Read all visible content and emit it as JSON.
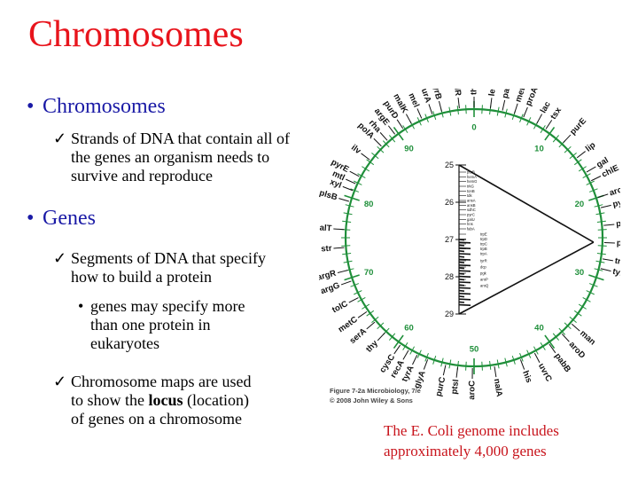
{
  "slide": {
    "title": "Chromosomes",
    "bullets": [
      {
        "label": "Chromosomes"
      },
      {
        "label": "Genes"
      }
    ],
    "checks": [
      {
        "lines": [
          "Strands of DNA that contain all of",
          "the genes an organism needs to",
          "survive and reproduce"
        ]
      },
      {
        "lines": [
          "Segments of DNA that specify",
          "how to build a protein"
        ]
      },
      {
        "line1": "Chromosome maps are used",
        "line2_before": "to show the ",
        "line2_bold": "locus",
        "line2_after": " (location)",
        "line3": "of genes on a chromosome"
      }
    ],
    "sub_bullet": {
      "lines": [
        "genes may specify more",
        "than one protein in",
        "eukaryotes"
      ]
    },
    "caption": [
      "The E. Coli genome includes",
      "approximately 4,000 genes"
    ]
  },
  "figure": {
    "credit_line1": "Figure 7-2a  Microbiology, 7/e",
    "credit_line2": "© 2008 John Wiley & Sons",
    "ring_labels": [
      {
        "text": "0",
        "minute": 0
      },
      {
        "text": "10",
        "minute": 10
      },
      {
        "text": "20",
        "minute": 20
      },
      {
        "text": "30",
        "minute": 30
      },
      {
        "text": "40",
        "minute": 40
      },
      {
        "text": "50",
        "minute": 50
      },
      {
        "text": "60",
        "minute": 60
      },
      {
        "text": "70",
        "minute": 70
      },
      {
        "text": "80",
        "minute": 80
      },
      {
        "text": "90",
        "minute": 90
      }
    ],
    "genes": [
      {
        "name": "thr",
        "minute": 0
      },
      {
        "name": "leu",
        "minute": 2
      },
      {
        "name": "pan",
        "minute": 3.5
      },
      {
        "name": "metD",
        "minute": 5
      },
      {
        "name": "proA",
        "minute": 6.2
      },
      {
        "name": "lac",
        "minute": 8
      },
      {
        "name": "tsx",
        "minute": 9.3
      },
      {
        "name": "purE",
        "minute": 12
      },
      {
        "name": "lip",
        "minute": 14.5
      },
      {
        "name": "gal",
        "minute": 16.6
      },
      {
        "name": "chlE",
        "minute": 17.8
      },
      {
        "name": "aroA",
        "minute": 20
      },
      {
        "name": "pyrD",
        "minute": 21.3
      },
      {
        "name": "pyrC",
        "minute": 23.5
      },
      {
        "name": "purB",
        "minute": 25.6
      },
      {
        "name": "trp",
        "minute": 27.6
      },
      {
        "name": "tyrR",
        "minute": 28.8
      },
      {
        "name": "man",
        "minute": 36.5
      },
      {
        "name": "aroD",
        "minute": 38.2
      },
      {
        "name": "pabB",
        "minute": 40.2
      },
      {
        "name": "uvrC",
        "minute": 42.3
      },
      {
        "name": "his",
        "minute": 44.2
      },
      {
        "name": "nalA",
        "minute": 47.5
      },
      {
        "name": "aroC",
        "minute": 50.2
      },
      {
        "name": "ptsI",
        "minute": 52
      },
      {
        "name": "purC",
        "minute": 53.5
      },
      {
        "name": "glyA",
        "minute": 55.8
      },
      {
        "name": "tyrA",
        "minute": 57.2
      },
      {
        "name": "recA",
        "minute": 58.4
      },
      {
        "name": "cysC",
        "minute": 59.6
      },
      {
        "name": "thy",
        "minute": 62
      },
      {
        "name": "serA",
        "minute": 63.8
      },
      {
        "name": "metC",
        "minute": 65.4
      },
      {
        "name": "tolC",
        "minute": 67.4
      },
      {
        "name": "argG",
        "minute": 69.6
      },
      {
        "name": "argR",
        "minute": 71
      },
      {
        "name": "str",
        "minute": 73.8
      },
      {
        "name": "malT",
        "minute": 76
      },
      {
        "name": "plsB",
        "minute": 79.5
      },
      {
        "name": "xyl",
        "minute": 80.9
      },
      {
        "name": "mtl",
        "minute": 81.8
      },
      {
        "name": "pyrE",
        "minute": 82.8
      },
      {
        "name": "ilv",
        "minute": 85.2
      },
      {
        "name": "polA",
        "minute": 87.4
      },
      {
        "name": "rha",
        "minute": 88.4
      },
      {
        "name": "argE",
        "minute": 89.6
      },
      {
        "name": "purD",
        "minute": 90.8
      },
      {
        "name": "malK",
        "minute": 92
      },
      {
        "name": "mel",
        "minute": 93.4
      },
      {
        "name": "purA",
        "minute": 94.8
      },
      {
        "name": "pyrB",
        "minute": 96
      },
      {
        "name": "hsdR",
        "minute": 98.2
      }
    ],
    "zoom": {
      "scale": [
        "25",
        "26",
        "27",
        "28",
        "29"
      ],
      "upper_labels": [
        "purB",
        "hemA",
        "hemG",
        "trkG",
        "tonB",
        "tdk",
        "ansA",
        "ansB",
        "sdhC",
        "pyrC",
        "galU",
        "hns",
        "fabA"
      ],
      "mid_labels": [
        "trpE",
        "trpD",
        "trpC",
        "trpB",
        "trpA"
      ],
      "lower_labels": [
        "tyrR",
        "dcp",
        "pgk",
        "aroP",
        "aroQ"
      ]
    }
  }
}
